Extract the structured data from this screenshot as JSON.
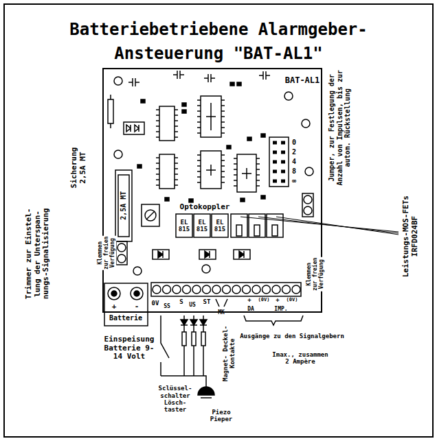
{
  "diagram": {
    "title": "Batteriebetriebene Alarmgeber- Ansteuerung \"BAT-AL1\"",
    "labels": [
      "BAT-AL1",
      "Optokoppler",
      "EL 815",
      "EL 815",
      "EL 815",
      "2,5A MT",
      "Sicherung 2,5A MT",
      "Trimmer zur Einstel- lung der Unterspan- nungs-Signalisierung",
      "Klemmen zur freien Verfügung",
      "Jumper, zur Festlegung der Anzahl von Impulsen, bis zur autom. Rückstellung",
      "0",
      "2",
      "4",
      "8",
      "∞",
      "Leistungs-MOS-FETs IRFD024BF",
      "Klemmen zur freien Verfügung",
      "Batterie",
      "+",
      "-",
      "0V",
      "SS",
      "S",
      "US",
      "ST",
      "MK",
      "+",
      "(0V)",
      "DA",
      "+",
      "(0V)",
      "IMP.",
      "Einspeisung Batterie 9-14 Volt",
      "Ausgänge zu den Signalgebern",
      "Imax., zusammen 2 Ampère",
      "Sclüssel- schalter Lösch- taster",
      "Piezo Pieper",
      "Magnet- Deckel- Kontakte"
    ]
  }
}
